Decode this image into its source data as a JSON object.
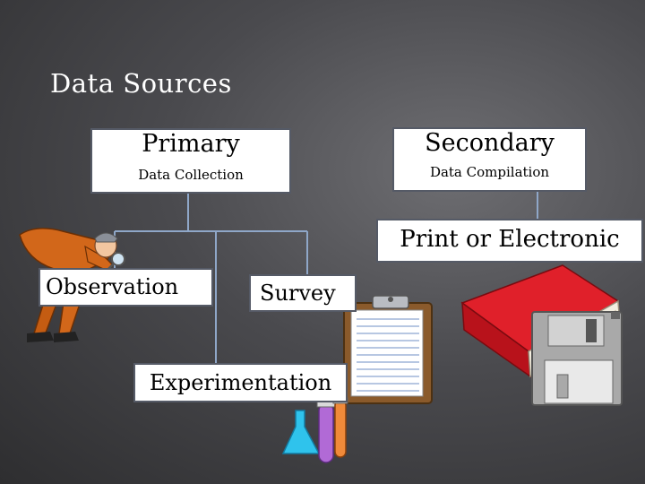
{
  "title": "Data Sources",
  "primary": {
    "heading": "Primary",
    "subheading": "Data Collection"
  },
  "secondary": {
    "heading": "Secondary",
    "subheading": "Data Compilation"
  },
  "print_electronic": {
    "label": "Print or Electronic"
  },
  "methods": {
    "observation": "Observation",
    "survey": "Survey",
    "experimentation": "Experimentation"
  },
  "illustrations": [
    "detective-clipart",
    "clipboard-clipart",
    "test-tubes-clipart",
    "red-book-clipart",
    "floppy-disk-clipart"
  ],
  "colors": {
    "line": "#8fa7c8",
    "box_border": "#555a66",
    "text_white": "#ffffff"
  }
}
